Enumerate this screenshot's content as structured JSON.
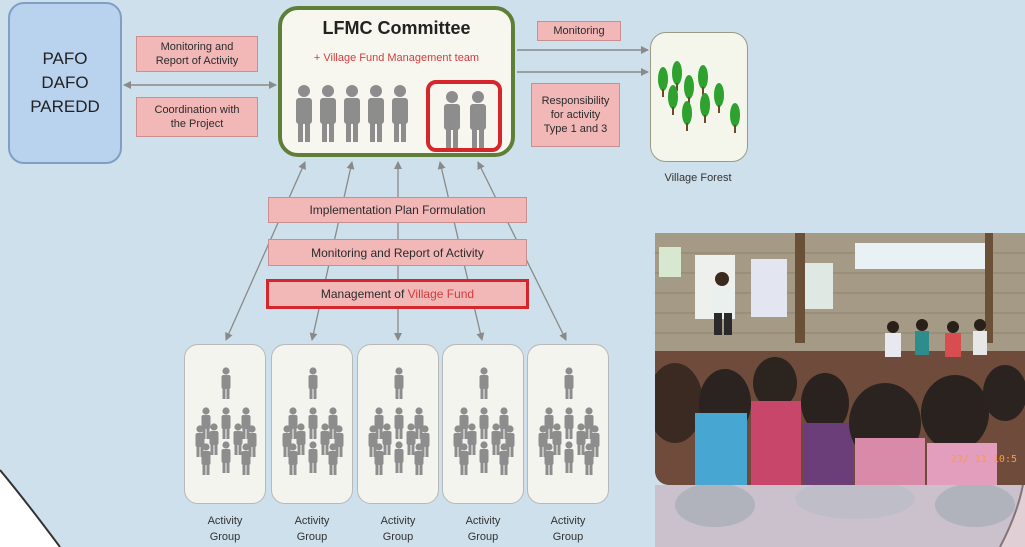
{
  "colors": {
    "background": "#cde0eb",
    "pink_box": "#f2b8b8",
    "lfmc_border": "#5f7f38",
    "highlight_red": "#d4262b",
    "agency_box": "#b9d3ef"
  },
  "agency_box": {
    "lines": [
      "PAFO",
      "DAFO",
      "PAREDD"
    ]
  },
  "side_labels": {
    "monitoring_report": [
      "Monitoring and",
      "Report of Activity"
    ],
    "coordination": [
      "Coordination with",
      "the Project"
    ],
    "monitoring": "Monitoring",
    "responsibility": [
      "Responsibility",
      "for activity",
      "Type 1 and 3"
    ]
  },
  "lfmc": {
    "title": "LFMC Committee",
    "subtitle": "+ Village Fund Management team",
    "member_icon": "person-icon"
  },
  "village_forest": {
    "label": "Village Forest",
    "tree_icon": "tree-icon"
  },
  "process_bars": {
    "implementation": "Implementation Plan Formulation",
    "monitoring": "Monitoring and Report of Activity",
    "management_prefix": "Management of ",
    "management_highlight": "Village Fund"
  },
  "activity_groups": [
    {
      "line1": "Activity",
      "line2": "Group"
    },
    {
      "line1": "Activity",
      "line2": "Group"
    },
    {
      "line1": "Activity",
      "line2": "Group"
    },
    {
      "line1": "Activity",
      "line2": "Group"
    },
    {
      "line1": "Activity",
      "line2": "Group"
    }
  ],
  "photo": {
    "timestamp": "23/ 11 10:5"
  }
}
